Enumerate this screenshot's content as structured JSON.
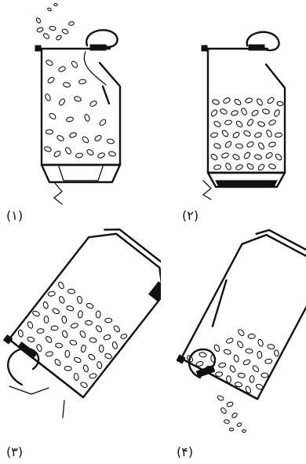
{
  "labels": {
    "step1": "(۱)",
    "step2": "(۲)",
    "step3": "(۳)",
    "step4": "(۴)"
  },
  "colors": {
    "ink": "#111111",
    "background": "#ffffff"
  }
}
